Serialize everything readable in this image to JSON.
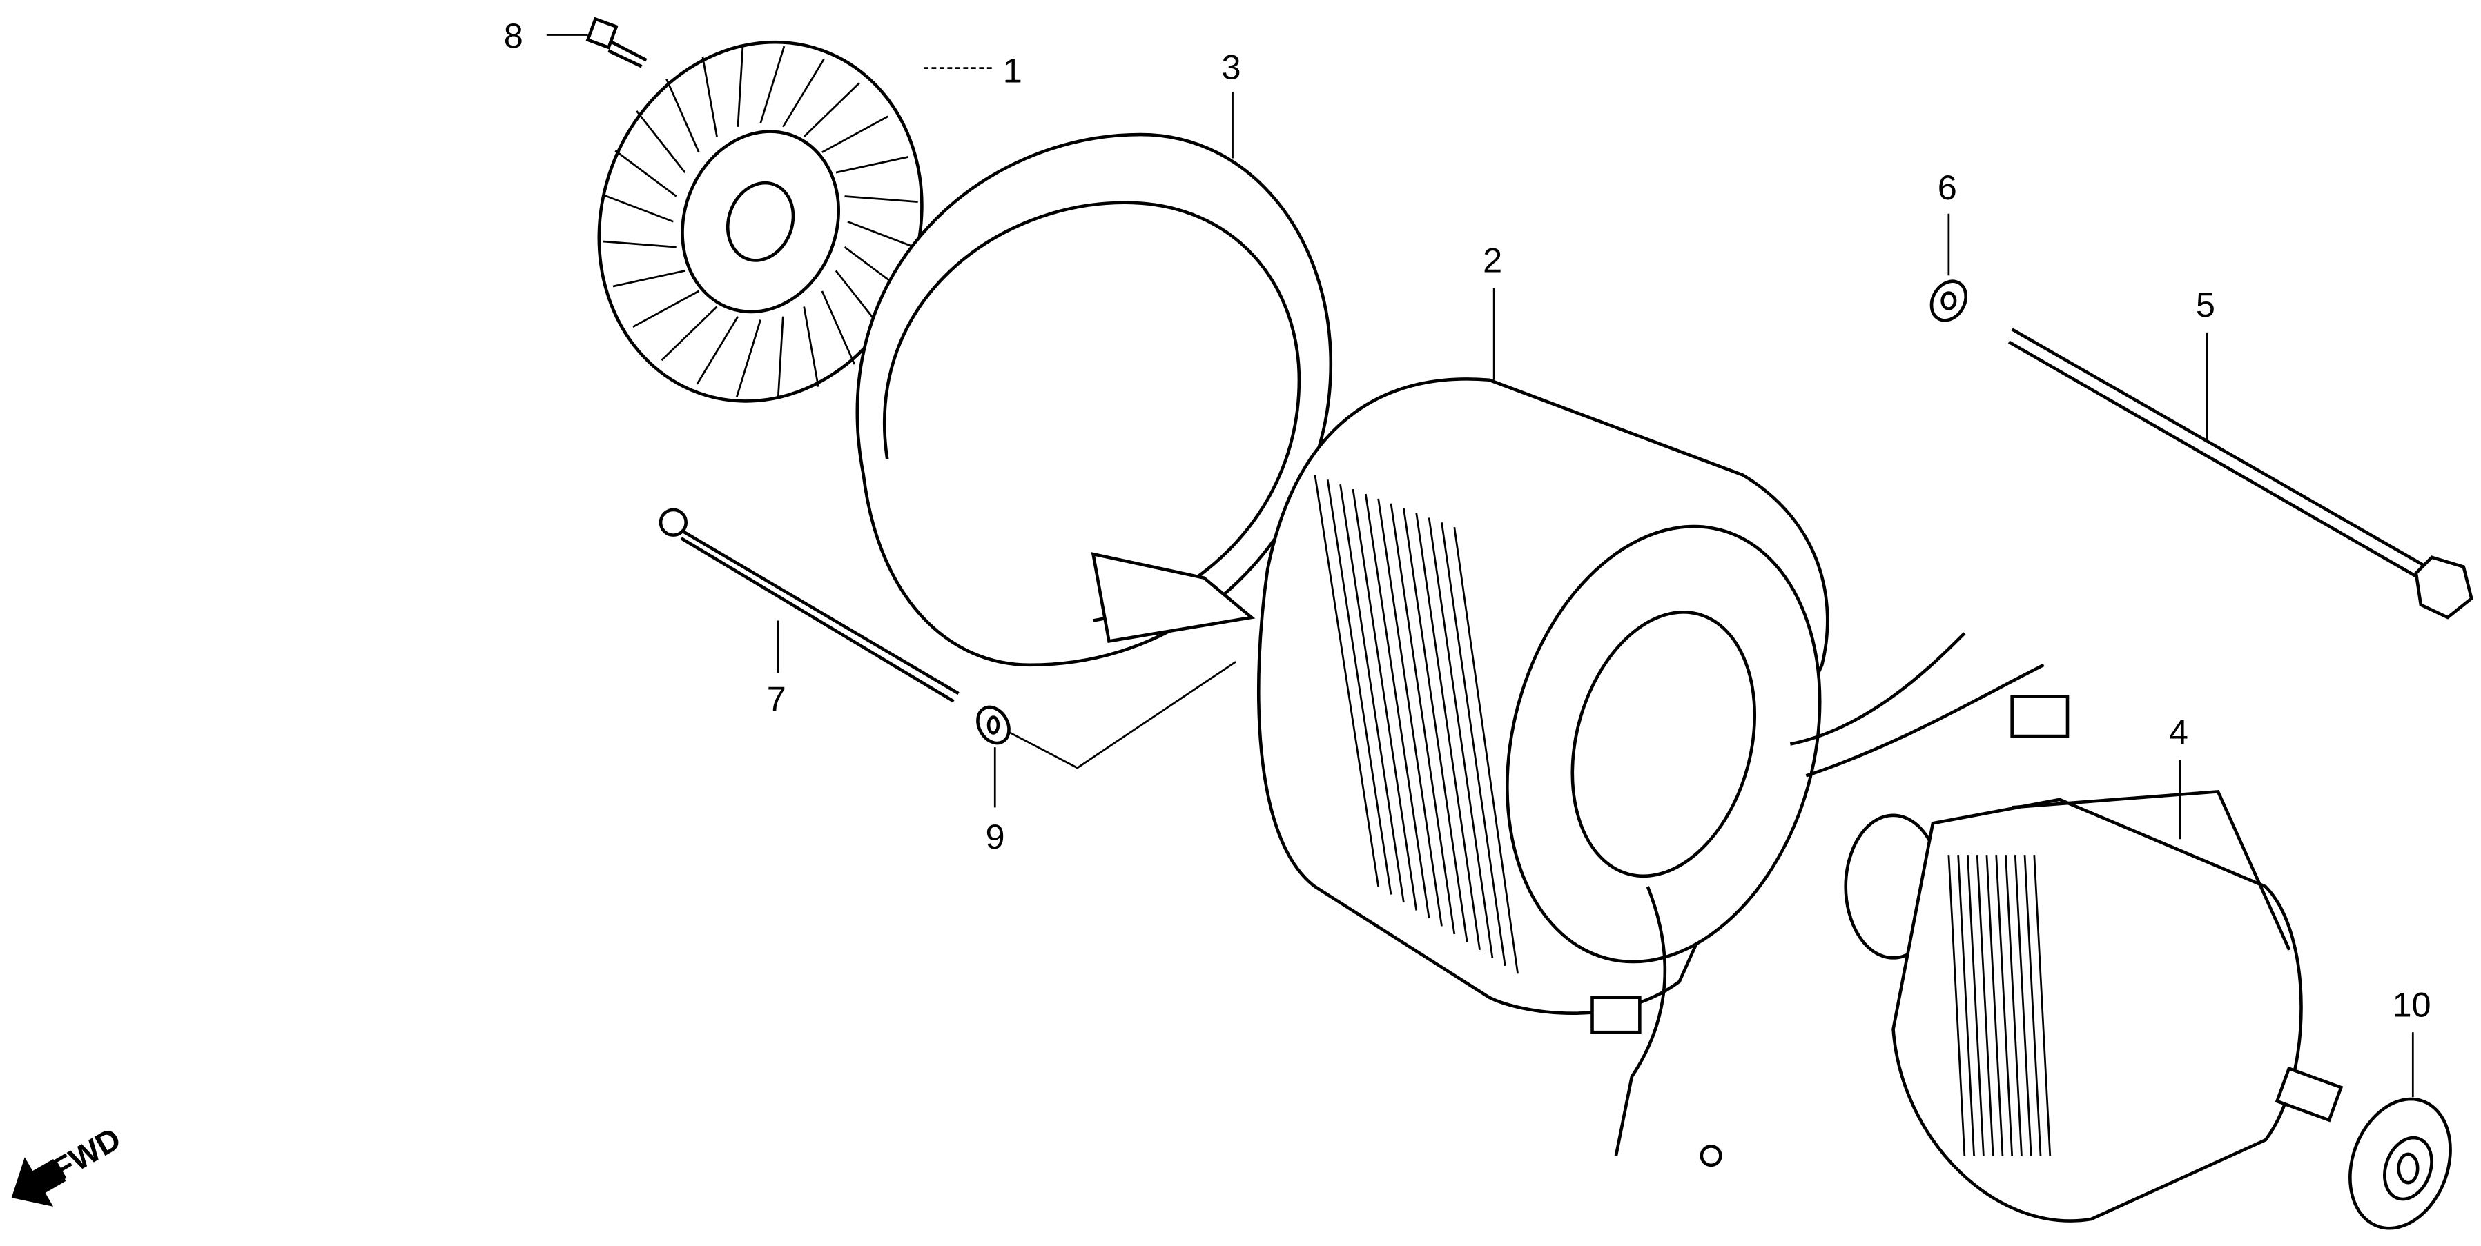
{
  "diagram": {
    "callouts": [
      {
        "id": "1",
        "part": "fan"
      },
      {
        "id": "2",
        "part": "stator"
      },
      {
        "id": "3",
        "part": "cover-band"
      },
      {
        "id": "4",
        "part": "rotor"
      },
      {
        "id": "5",
        "part": "long-bolt"
      },
      {
        "id": "6",
        "part": "washer"
      },
      {
        "id": "7",
        "part": "bolt"
      },
      {
        "id": "8",
        "part": "fan-bolt"
      },
      {
        "id": "9",
        "part": "washer"
      },
      {
        "id": "10",
        "part": "bearing"
      }
    ],
    "direction_label": "FWD"
  }
}
